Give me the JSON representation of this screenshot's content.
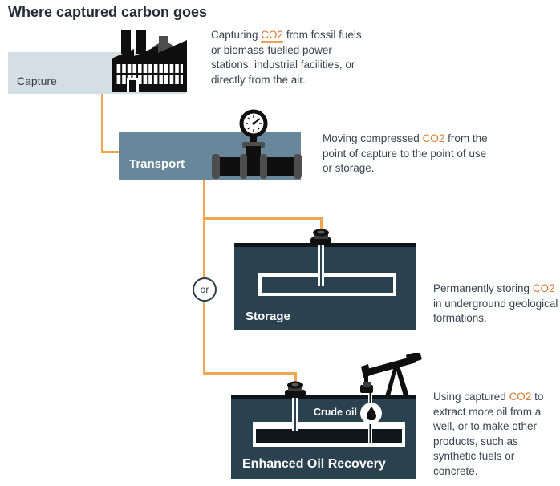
{
  "title": "Where captured carbon goes",
  "or_label": "or",
  "colors": {
    "connector_orange": "#f2a54f",
    "co2_orange": "#d9782e",
    "capture_box": "#d3dfe4",
    "transport_box": "#68879a",
    "underground_box": "#2a4150",
    "title_text": "#232b36",
    "body_text": "#3a4450"
  },
  "stages": {
    "capture": {
      "label": "Capture",
      "icon": "factory-icon",
      "desc": {
        "pre": "Capturing ",
        "co2": "CO2",
        "post": " from fossil fuels or biomass-fuelled power stations, industrial facilities, or directly from the air."
      }
    },
    "transport": {
      "label": "Transport",
      "icon": "pipeline-gauge-icon",
      "desc": {
        "pre": "Moving compressed ",
        "co2": "CO2",
        "post": " from the point of capture to the point of use or storage."
      }
    },
    "storage": {
      "label": "Storage",
      "icon": "injection-wellhead-icon",
      "desc": {
        "pre": "Permanently storing ",
        "co2": "CO2",
        "post": " in underground geological formations."
      }
    },
    "eor": {
      "label": "Enhanced Oil Recovery",
      "icons": [
        "injection-wellhead-icon",
        "pumpjack-icon",
        "oil-drop-icon"
      ],
      "crude_oil_label": "Crude oil",
      "desc": {
        "pre": "Using captured ",
        "co2": "CO2",
        "post": " to extract more oil from a well, or to make other products, such as synthetic fuels or concrete."
      }
    }
  }
}
